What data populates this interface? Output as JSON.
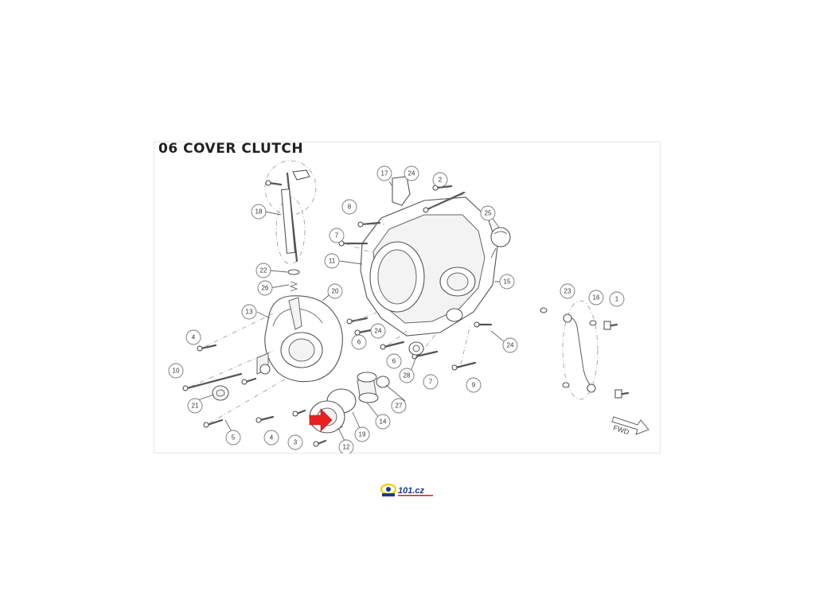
{
  "title": "06 COVER CLUTCH",
  "callouts": [
    "1",
    "2",
    "3",
    "4",
    "5",
    "6",
    "7",
    "8",
    "9",
    "10",
    "11",
    "12",
    "13",
    "14",
    "15",
    "16",
    "17",
    "18",
    "19",
    "20",
    "21",
    "22",
    "23",
    "24",
    "25",
    "26",
    "27",
    "28"
  ],
  "direction_label": "FWD",
  "logo": {
    "text": "101.cz",
    "brand_color": "#1a3a8a",
    "accent_color": "#d02020",
    "swoosh_color": "#f2d21b"
  },
  "highlight": {
    "icon": "red-arrow-icon",
    "color": "#e82020"
  }
}
